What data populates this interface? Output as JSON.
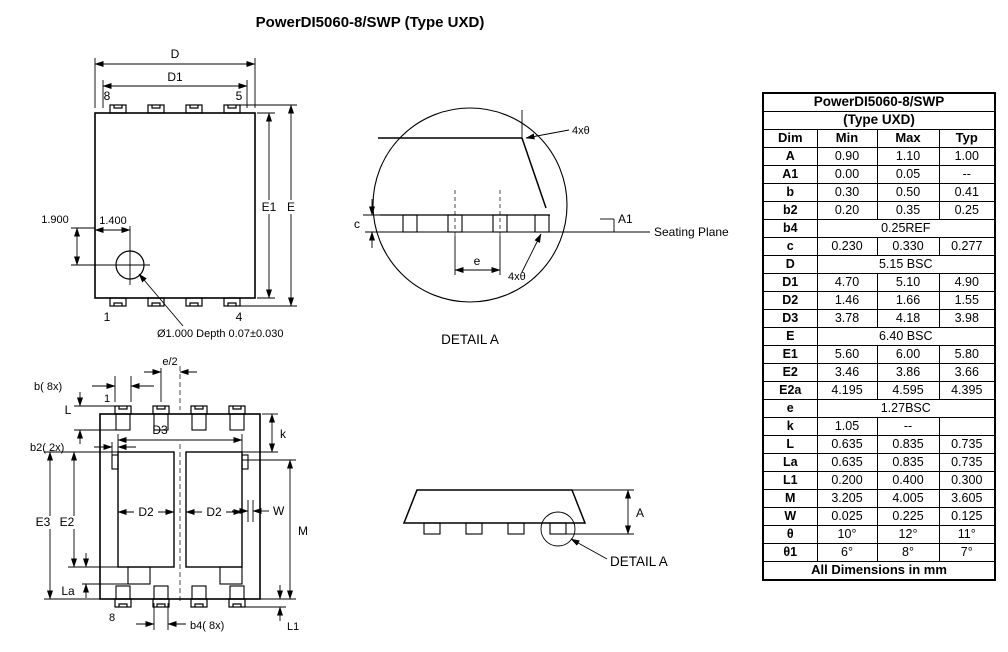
{
  "page_title": "PowerDI5060-8/SWP (Type UXD)",
  "top_view": {
    "d": "D",
    "d1": "D1",
    "pin_top_left": "8",
    "pin_top_right": "5",
    "pin_bottom_left": "1",
    "pin_bottom_right": "4",
    "e1": "E1",
    "e": "E",
    "offset_x": "1.400",
    "offset_y": "1.900",
    "index_note": "Ø1.000 Depth 0.07±0.030"
  },
  "detail_a": {
    "angle_top": "4xθ",
    "angle_bottom": "4xθ",
    "a1": "A1",
    "c": "c",
    "e": "e",
    "seating_plane": "Seating Plane",
    "caption": "DETAIL A"
  },
  "bottom_view": {
    "b": "b( 8x)",
    "e_half": "e/2",
    "l": "L",
    "pin_top": "1",
    "b2": "b2( 2x)",
    "d3": "D3",
    "k": "k",
    "e3": "E3",
    "e2": "E2",
    "d2_left": "D2",
    "d2_right": "D2",
    "w": "W",
    "m": "M",
    "la": "La",
    "pin_bottom": "8",
    "b4": "b4( 8x)",
    "l1": "L1"
  },
  "side_view": {
    "a": "A",
    "caption": "DETAIL A"
  },
  "table": {
    "title_line1": "PowerDI5060-8/SWP",
    "title_line2": "(Type UXD)",
    "headers": [
      "Dim",
      "Min",
      "Max",
      "Typ"
    ],
    "rows": [
      {
        "dim": "A",
        "min": "0.90",
        "max": "1.10",
        "typ": "1.00"
      },
      {
        "dim": "A1",
        "min": "0.00",
        "max": "0.05",
        "typ": "--"
      },
      {
        "dim": "b",
        "min": "0.30",
        "max": "0.50",
        "typ": "0.41"
      },
      {
        "dim": "b2",
        "min": "0.20",
        "max": "0.35",
        "typ": "0.25"
      },
      {
        "dim": "b4",
        "span": "0.25REF"
      },
      {
        "dim": "c",
        "min": "0.230",
        "max": "0.330",
        "typ": "0.277"
      },
      {
        "dim": "D",
        "span": "5.15 BSC"
      },
      {
        "dim": "D1",
        "min": "4.70",
        "max": "5.10",
        "typ": "4.90"
      },
      {
        "dim": "D2",
        "min": "1.46",
        "max": "1.66",
        "typ": "1.55"
      },
      {
        "dim": "D3",
        "min": "3.78",
        "max": "4.18",
        "typ": "3.98"
      },
      {
        "dim": "E",
        "span": "6.40 BSC"
      },
      {
        "dim": "E1",
        "min": "5.60",
        "max": "6.00",
        "typ": "5.80"
      },
      {
        "dim": "E2",
        "min": "3.46",
        "max": "3.86",
        "typ": "3.66"
      },
      {
        "dim": "E2a",
        "min": "4.195",
        "max": "4.595",
        "typ": "4.395"
      },
      {
        "dim": "e",
        "span": "1.27BSC"
      },
      {
        "dim": "k",
        "min": "1.05",
        "max": "--",
        "typ": ""
      },
      {
        "dim": "L",
        "min": "0.635",
        "max": "0.835",
        "typ": "0.735"
      },
      {
        "dim": "La",
        "min": "0.635",
        "max": "0.835",
        "typ": "0.735"
      },
      {
        "dim": "L1",
        "min": "0.200",
        "max": "0.400",
        "typ": "0.300"
      },
      {
        "dim": "M",
        "min": "3.205",
        "max": "4.005",
        "typ": "3.605"
      },
      {
        "dim": "W",
        "min": "0.025",
        "max": "0.225",
        "typ": "0.125"
      },
      {
        "dim": "θ",
        "min": "10°",
        "max": "12°",
        "typ": "11°"
      },
      {
        "dim": "θ1",
        "min": "6°",
        "max": "8°",
        "typ": "7°"
      }
    ],
    "footer": "All Dimensions in mm"
  }
}
